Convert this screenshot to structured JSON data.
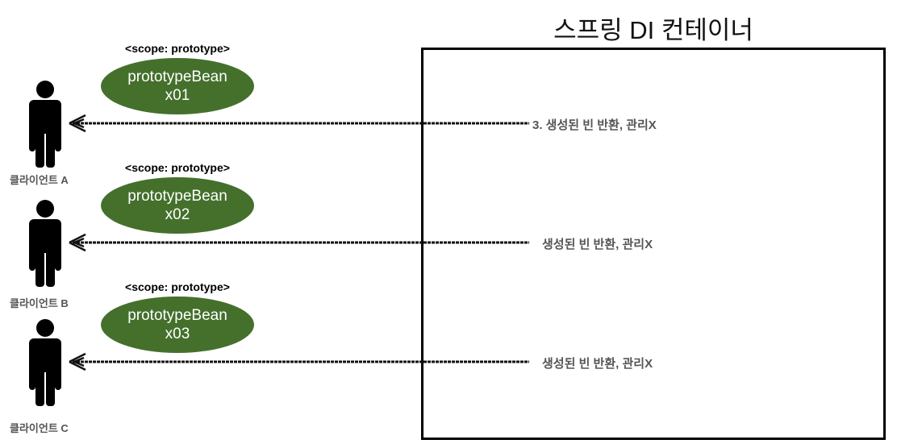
{
  "container": {
    "title": "스프링 DI 컨테이너"
  },
  "rows": [
    {
      "scope": "<scope: prototype>",
      "bean": "prototypeBean",
      "id": "x01",
      "client": "클라이언트 A",
      "arrow_label": "3. 생성된 빈 반환, 관리X"
    },
    {
      "scope": "<scope: prototype>",
      "bean": "prototypeBean",
      "id": "x02",
      "client": "클라이언트 B",
      "arrow_label": "생성된 빈 반환, 관리X"
    },
    {
      "scope": "<scope: prototype>",
      "bean": "prototypeBean",
      "id": "x03",
      "client": "클라이언트 C",
      "arrow_label": "생성된 빈 반환, 관리X"
    }
  ],
  "colors": {
    "bean_fill": "#44702c",
    "label_gray": "#555555"
  },
  "icons": [
    "person-icon",
    "arrow-left-icon"
  ]
}
